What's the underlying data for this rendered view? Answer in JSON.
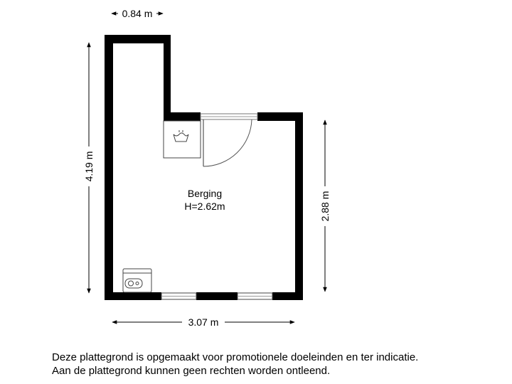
{
  "floorplan": {
    "room": {
      "name": "Berging",
      "height": "H=2.62m"
    },
    "dimensions": {
      "top_width": "0.84 m",
      "left_height": "4.19 m",
      "right_height": "2.88 m",
      "bottom_width": "3.07 m"
    },
    "fixtures": [
      "washing-machine-icon",
      "boiler-icon"
    ],
    "colors": {
      "wall": "#000000",
      "background": "#ffffff"
    }
  },
  "disclaimer": {
    "line1": "Deze plattegrond is opgemaakt voor promotionele doeleinden en ter indicatie.",
    "line2": "Aan de plattegrond kunnen geen rechten worden ontleend."
  }
}
